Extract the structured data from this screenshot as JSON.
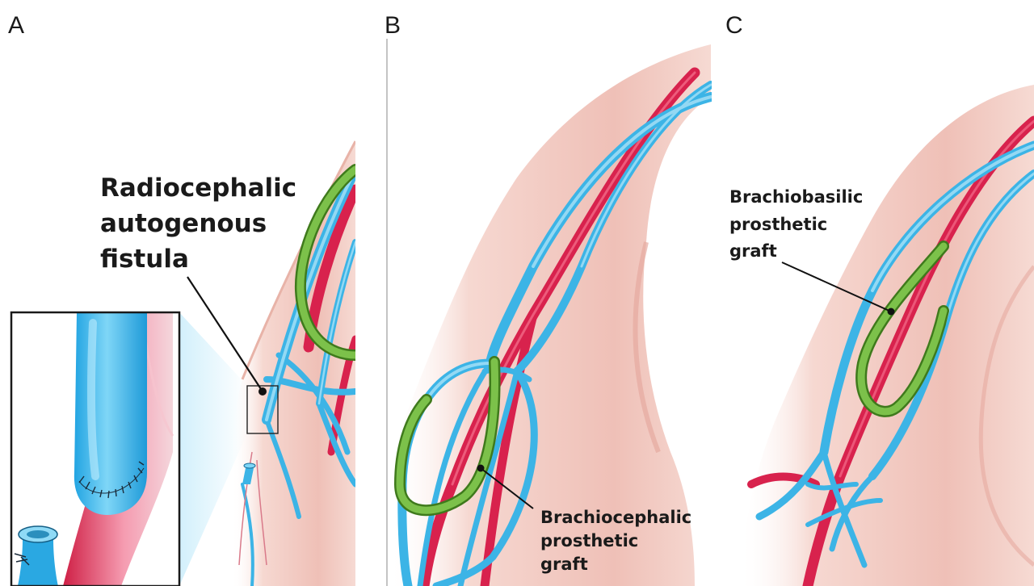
{
  "panels": {
    "a": {
      "letter": "A",
      "label_lines": [
        "Radiocephalic",
        "autogenous",
        "fistula"
      ]
    },
    "b": {
      "letter": "B",
      "label_lines": [
        "Brachiocephalic",
        "prosthetic",
        "graft"
      ]
    },
    "c": {
      "letter": "C",
      "label_lines": [
        "Brachiobasilic",
        "prosthetic",
        "graft"
      ]
    }
  },
  "colors": {
    "skin": "#f2cbc3",
    "skin_shadow": "#e6aaa0",
    "vein": "#3cb4e6",
    "vein_highlight": "#a9e2f7",
    "artery": "#d8224d",
    "artery_highlight": "#ff8aa3",
    "graft": "#6cae3a",
    "graft_outline": "#3f7a1c"
  },
  "icons": [
    "ligated-vein-stump-icon",
    "suture-stitch-icon",
    "magnifier-box-icon"
  ]
}
